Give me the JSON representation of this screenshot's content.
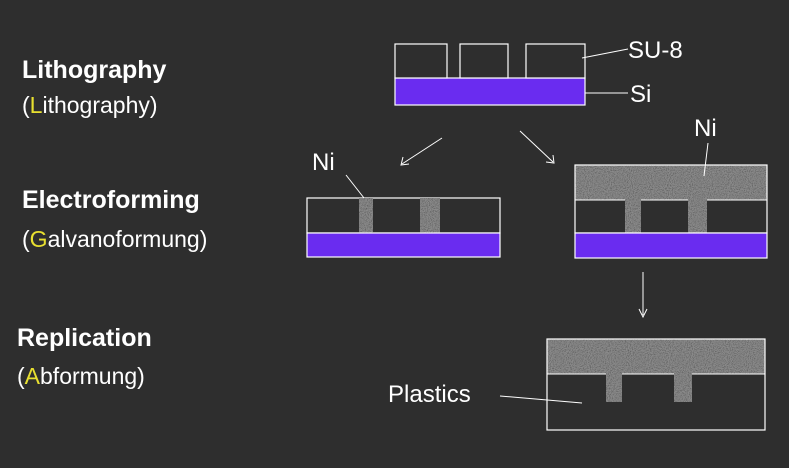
{
  "steps": [
    {
      "title": "Lithography",
      "sub_open": "(",
      "sub_initial": "L",
      "sub_rest": "ithography)"
    },
    {
      "title": "Electroforming",
      "sub_open": "(",
      "sub_initial": "G",
      "sub_rest": "alvanoformung)"
    },
    {
      "title": "Replication",
      "sub_open": "(",
      "sub_initial": "A",
      "sub_rest": "bformung)"
    }
  ],
  "labels": {
    "su8": "SU-8",
    "si": "Si",
    "ni_left": "Ni",
    "ni_right": "Ni",
    "plastics": "Plastics"
  },
  "colors": {
    "background": "#2e2e2e",
    "silicon": "#6a2cf0",
    "nickel": "#8a8a8a",
    "resist": "#2e2e2e",
    "outline": "#ffffff",
    "initial_highlight": "#e8e030"
  }
}
